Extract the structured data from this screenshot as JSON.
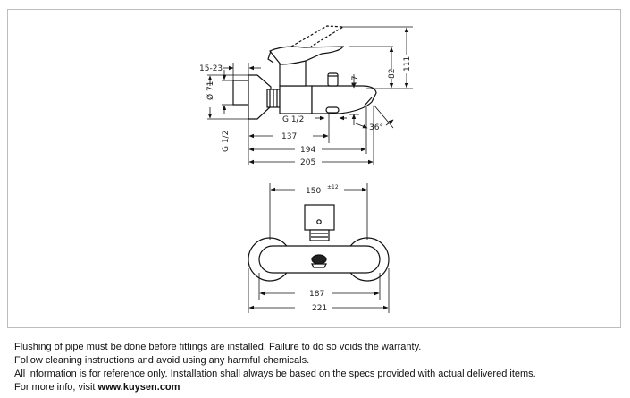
{
  "drawing": {
    "side_view": {
      "dim_15_23": "15-23",
      "dim_diameter": "Ø 71",
      "dim_g12_vertical": "G 1/2",
      "dim_g12_outlet": "G 1/2",
      "dim_17": "17",
      "dim_82": "82",
      "dim_111": "111",
      "dim_angle": "36°",
      "dim_137": "137",
      "dim_194": "194",
      "dim_205": "205"
    },
    "front_view": {
      "dim_150": "150",
      "dim_tolerance": "±12",
      "dim_187": "187",
      "dim_221": "221"
    }
  },
  "notes": {
    "line1": "Flushing of pipe must be done before fittings are installed. Failure to do so voids the warranty.",
    "line2": "Follow cleaning instructions and avoid using any harmful chemicals.",
    "line3": "All information is for reference only. Installation shall always be based on the specs provided with actual delivered items.",
    "line4_prefix": "For more info, visit ",
    "line4_link": "www.kuysen.com"
  }
}
